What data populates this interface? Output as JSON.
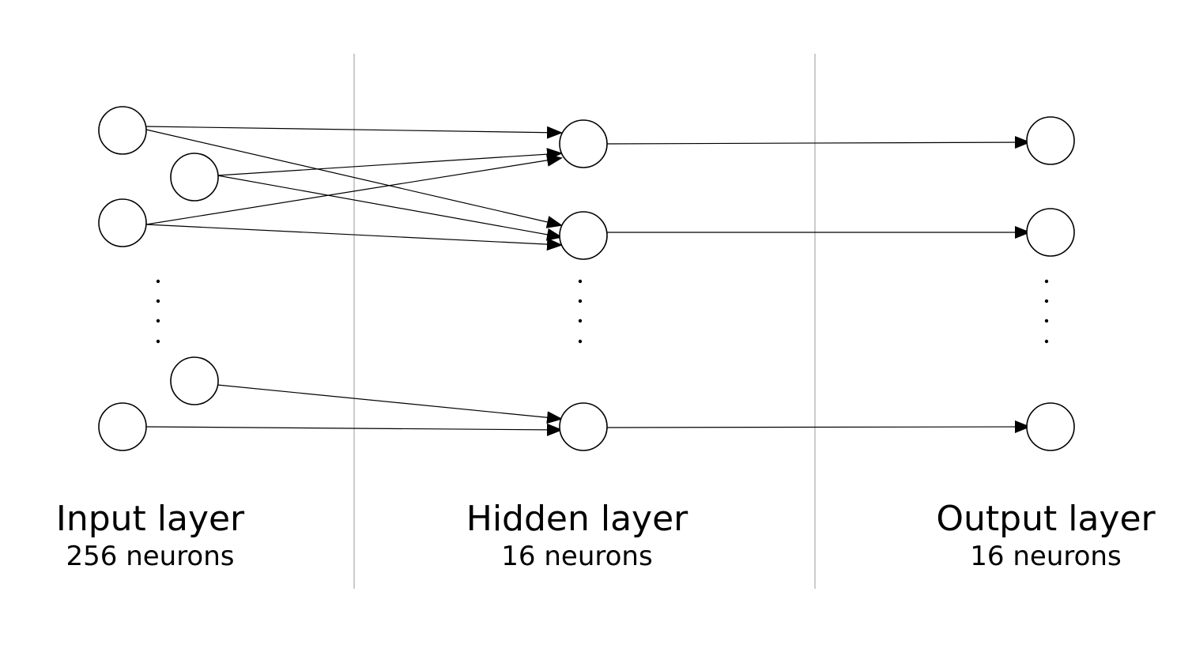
{
  "layers": [
    {
      "name": "Input layer",
      "count": "256 neurons"
    },
    {
      "name": "Hidden layer",
      "count": "16 neurons"
    },
    {
      "name": "Output layer",
      "count": "16 neurons"
    }
  ],
  "colors": {
    "stroke": "#000000",
    "divider": "#aaaaaa",
    "background": "#ffffff"
  }
}
